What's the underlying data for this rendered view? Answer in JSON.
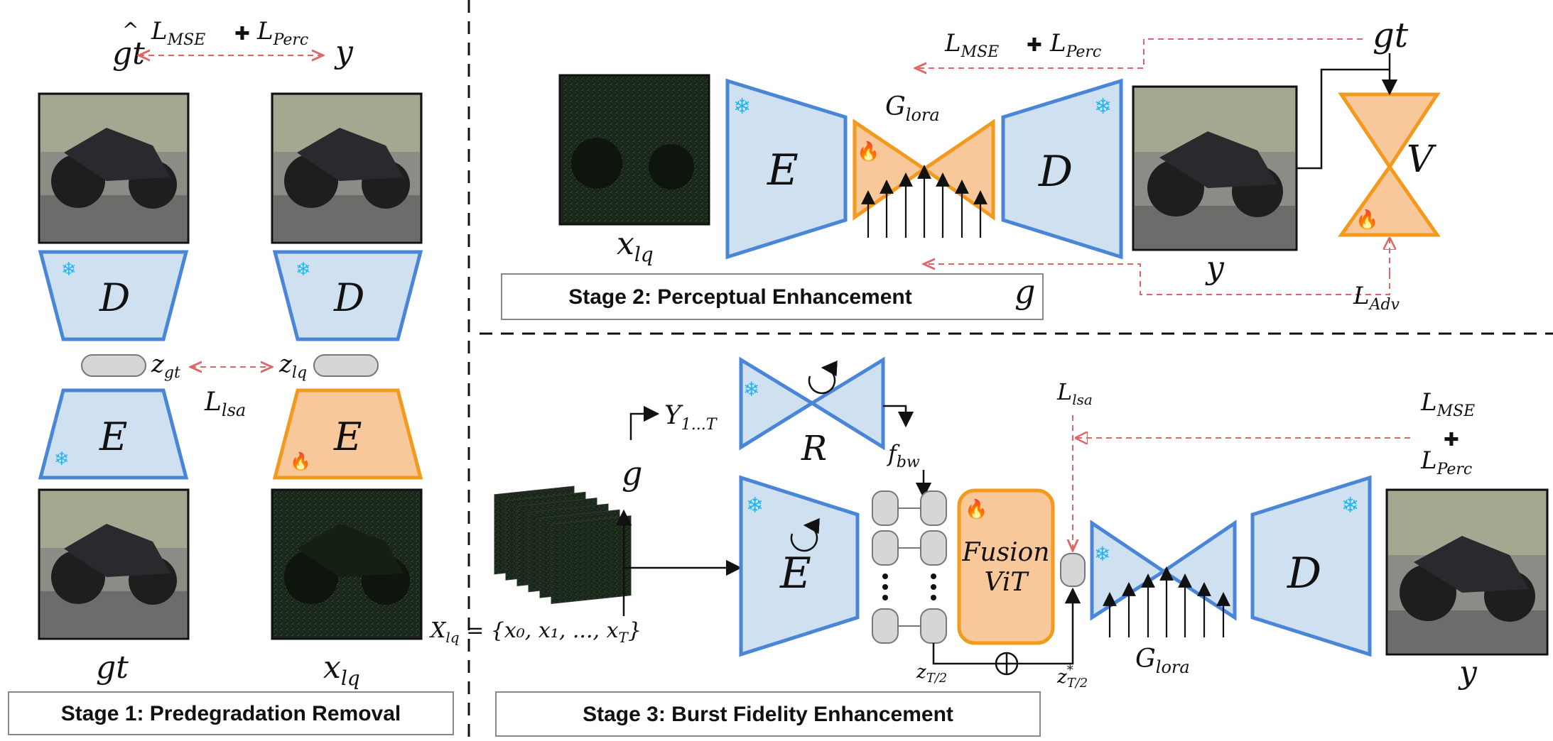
{
  "colors": {
    "frozen_fill": "#cfe0f1",
    "frozen_stroke": "#4a86d8",
    "trainable_fill": "#f8c89a",
    "trainable_stroke": "#f39a1e",
    "latent_fill": "#d6d6d6",
    "loss_arrow": "#e06666",
    "image_dark": "#1c2a1c"
  },
  "icons": {
    "frozen": "snowflake-icon",
    "trainable": "fire-icon",
    "recurrent": "loop-arrow-icon",
    "sum": "circled-plus-icon"
  },
  "stage1": {
    "caption": "Stage 1: Predegradation Removal",
    "gt_hat": "gt",
    "loss_top": "L",
    "loss_top_sub1": "MSE",
    "loss_top_sub2": "Perc",
    "plus": "✚",
    "y": "y",
    "decoder": "D",
    "encoder": "E",
    "z_gt": "z",
    "z_gt_sub": "gt",
    "z_lq": "z",
    "z_lq_sub": "lq",
    "l_lsa": "L",
    "l_lsa_sub": "lsa",
    "gt": "gt",
    "x_lq": "x",
    "x_lq_sub": "lq"
  },
  "stage2": {
    "caption": "Stage 2: Perceptual Enhancement",
    "x_lq": "x",
    "x_lq_sub": "lq",
    "encoder": "E",
    "decoder": "D",
    "g_lora": "G",
    "g_lora_sub": "lora",
    "y": "y",
    "gt": "gt",
    "v": "V",
    "g": "g",
    "loss": "L",
    "loss_sub1": "MSE",
    "loss_sub2": "Perc",
    "plus": "✚",
    "l_adv": "L",
    "l_adv_sub": "Adv"
  },
  "stage3": {
    "caption": "Stage 3: Burst Fidelity Enhancement",
    "y_seq": "Y",
    "y_seq_sub": "1...T",
    "r": "R",
    "f_bw": "f",
    "f_bw_sub": "bw",
    "g": "g",
    "encoder": "E",
    "x_set_lhs": "X",
    "x_set_lhs_sub": "lq",
    "x_set_rhs": " = {x₀, x₁, ..., x",
    "x_set_end": "}",
    "x_set_end_sub": "T",
    "fusion_line1": "Fusion",
    "fusion_line2": "ViT",
    "l_lsa": "L",
    "l_lsa_sub": "lsa",
    "l_mse": "L",
    "l_mse_sub": "MSE",
    "plus": "✚",
    "l_perc": "L",
    "l_perc_sub": "Perc",
    "z_half": "z",
    "z_half_sub": "T/2",
    "z_star": "z",
    "z_star_sup": "*",
    "z_star_sub": "T/2",
    "g_lora": "G",
    "g_lora_sub": "lora",
    "decoder": "D",
    "y": "y"
  }
}
